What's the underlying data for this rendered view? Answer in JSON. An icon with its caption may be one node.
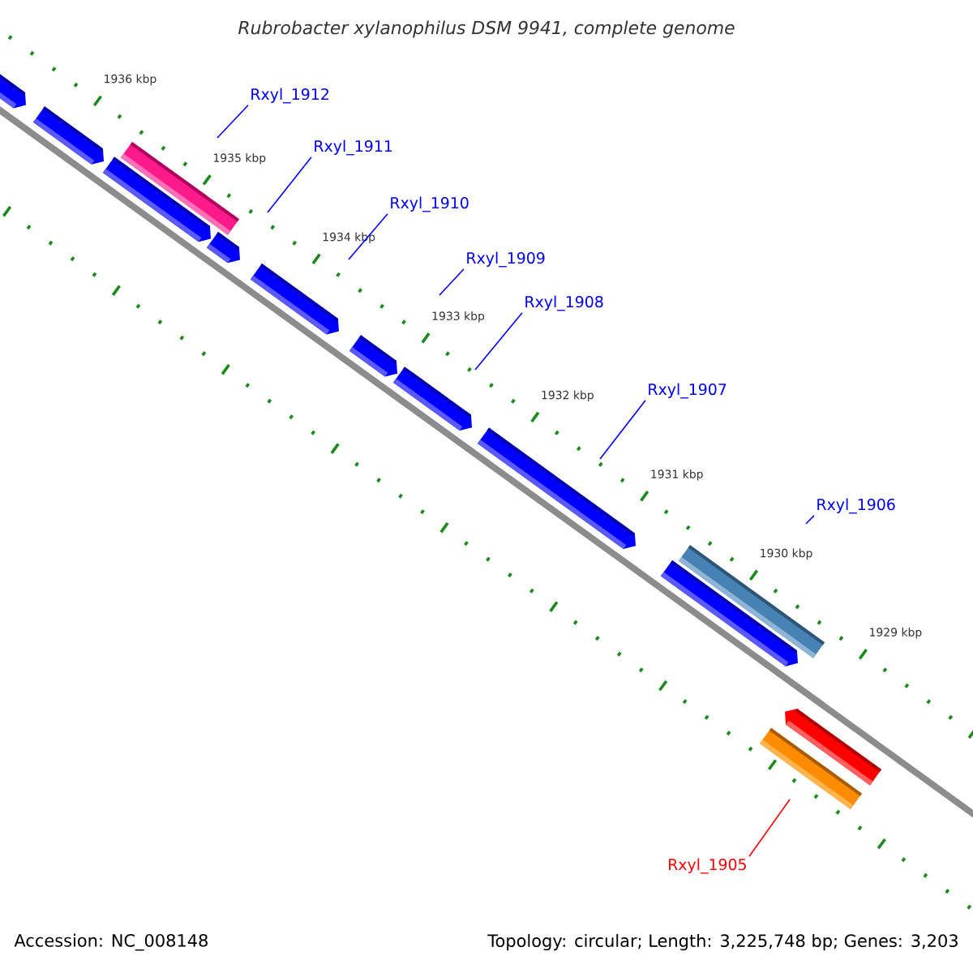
{
  "diagram": {
    "title": "Rubrobacter xylanophilus DSM 9941, complete genome",
    "nodes": [
      {
        "text": [
          "Rxyl_1912"
        ]
      },
      {
        "text": [
          "Rxyl_1911"
        ]
      },
      {
        "text": [
          "Rxyl_1910"
        ]
      },
      {
        "text": [
          "Rxyl_1909"
        ]
      },
      {
        "text": [
          "Rxyl_1908"
        ]
      },
      {
        "text": [
          "Rxyl_1907"
        ]
      },
      {
        "text": [
          "Rxyl_1906"
        ]
      },
      {
        "text": [
          "Rxyl_1905"
        ]
      }
    ],
    "edges": [
      {
        "from": 0,
        "to": null,
        "arrow": "none"
      },
      {
        "from": 1,
        "to": null,
        "arrow": "none"
      },
      {
        "from": 2,
        "to": null,
        "arrow": "none"
      },
      {
        "from": 3,
        "to": null,
        "arrow": "none"
      },
      {
        "from": 4,
        "to": null,
        "arrow": "none"
      },
      {
        "from": 5,
        "to": null,
        "arrow": "none"
      },
      {
        "from": 6,
        "to": null,
        "arrow": "none"
      },
      {
        "from": 7,
        "to": null,
        "arrow": "none",
        "color": "#ff0000"
      }
    ],
    "labels": [
      "1936 kbp",
      "1935 kbp",
      "1934 kbp",
      "1933 kbp",
      "1932 kbp",
      "1931 kbp",
      "1930 kbp",
      "1929 kbp",
      "Accession: NC_008148",
      "Topology: circular; Length: 3,225,748 bp; Genes: 3,203"
    ]
  }
}
